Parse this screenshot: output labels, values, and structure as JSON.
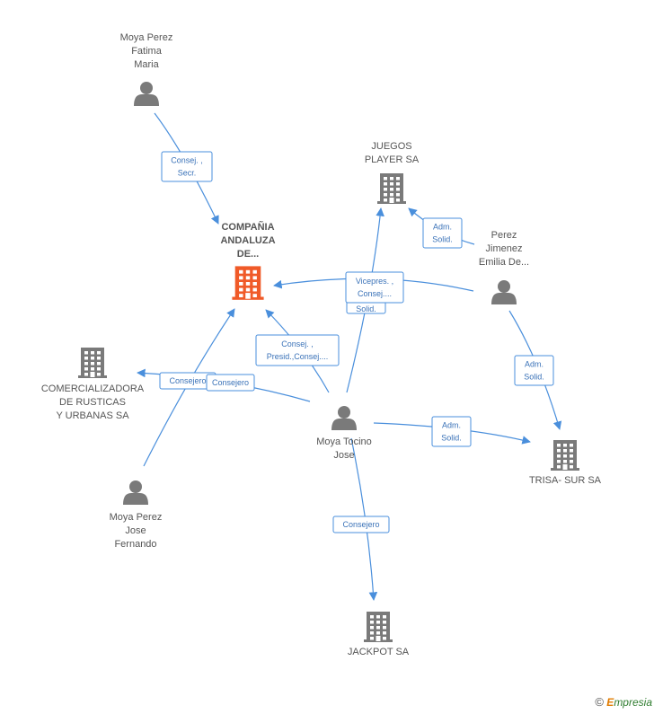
{
  "colors": {
    "edge": "#4a8fdc",
    "node": "#7a7a7a",
    "main_node": "#f05a28"
  },
  "nodes": [
    {
      "id": "compania",
      "type": "company",
      "main": true,
      "lines": [
        "COMPAÑIA",
        "ANDALUZA",
        "DE..."
      ]
    },
    {
      "id": "juegos",
      "type": "company",
      "lines": [
        "JUEGOS",
        "PLAYER SA"
      ]
    },
    {
      "id": "comercializadora",
      "type": "company",
      "lines": [
        "COMERCIALIZADORA",
        "DE RUSTICAS",
        "Y URBANAS SA"
      ]
    },
    {
      "id": "trisa",
      "type": "company",
      "lines": [
        "TRISA- SUR SA"
      ]
    },
    {
      "id": "jackpot",
      "type": "company",
      "lines": [
        "JACKPOT SA"
      ]
    },
    {
      "id": "fatima",
      "type": "person",
      "lines": [
        "Moya Perez",
        "Fatima",
        "Maria"
      ]
    },
    {
      "id": "emilia",
      "type": "person",
      "lines": [
        "Perez",
        "Jimenez",
        "Emilia De..."
      ]
    },
    {
      "id": "jose_moya",
      "type": "person",
      "lines": [
        "Moya Tocino",
        "Jose"
      ]
    },
    {
      "id": "jose_fernando",
      "type": "person",
      "lines": [
        "Moya Perez",
        "Jose",
        "Fernando"
      ]
    }
  ],
  "edges": [
    {
      "from": "fatima",
      "to": "compania",
      "label": [
        "Consej. ,",
        "Secr."
      ]
    },
    {
      "from": "emilia",
      "to": "juegos",
      "label": [
        "Adm.",
        "Solid."
      ]
    },
    {
      "from": "emilia",
      "to": "compania",
      "label": [
        "Adm.",
        "Solid."
      ]
    },
    {
      "from": "emilia",
      "to": "trisa",
      "label": [
        "Adm.",
        "Solid."
      ]
    },
    {
      "from": "jose_moya",
      "to": "juegos",
      "label": [
        "Vicepres. ,",
        "Consej...."
      ]
    },
    {
      "from": "jose_moya",
      "to": "compania",
      "label": [
        "Consej. ,",
        "Presid.,Consej...."
      ]
    },
    {
      "from": "jose_moya",
      "to": "comercializadora",
      "label": [
        "Consejero"
      ]
    },
    {
      "from": "jose_moya",
      "to": "trisa",
      "label": [
        "Adm.",
        "Solid."
      ]
    },
    {
      "from": "jose_moya",
      "to": "jackpot",
      "label": [
        "Consejero"
      ]
    },
    {
      "from": "jose_fernando",
      "to": "compania",
      "label": []
    },
    {
      "from": "jose_fernando",
      "to": "comercializadora",
      "label": [
        "Consejero"
      ]
    }
  ],
  "footer": {
    "copyright": "©",
    "brand_first": "E",
    "brand_rest": "mpresia"
  }
}
